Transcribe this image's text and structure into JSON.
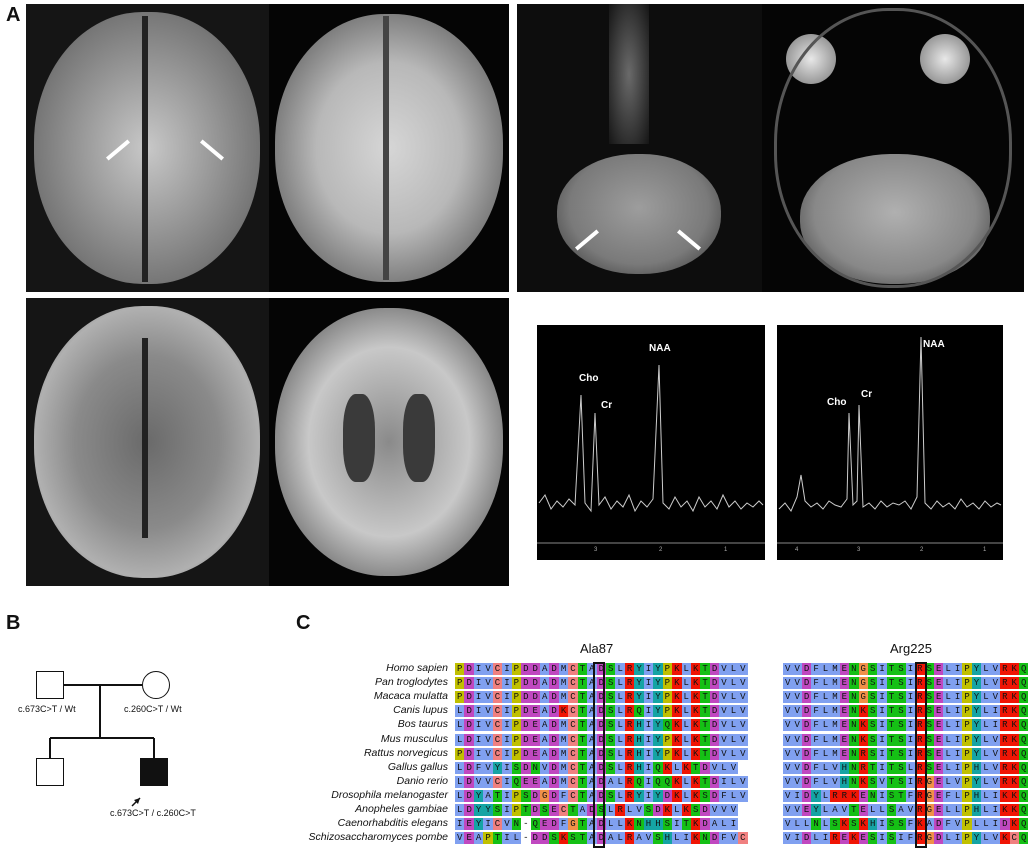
{
  "panels": {
    "a": "A",
    "b": "B",
    "c": "C"
  },
  "spectra": [
    {
      "peaks": {
        "cho": "Cho",
        "cr": "Cr",
        "naa": "NAA"
      },
      "ticks": [
        "3",
        "2",
        "1"
      ]
    },
    {
      "peaks": {
        "cho": "Cho",
        "cr": "Cr",
        "naa": "NAA"
      },
      "ticks": [
        "4",
        "3",
        "2",
        "1"
      ]
    }
  ],
  "pedigree": {
    "father": "c.673C>T / Wt",
    "mother": "c.260C>T / Wt",
    "proband": "c.673C>T / c.260C>T"
  },
  "alignment": {
    "residue_left": "Ala87",
    "residue_right": "Arg225",
    "species": [
      "Homo sapien",
      "Pan troglodytes",
      "Macaca mulatta",
      "Canis lupus",
      "Bos taurus",
      "Mus musculus",
      "Rattus norvegicus",
      "Gallus gallus",
      "Danio rerio",
      "Drosophila melanogaster",
      "Anopheles gambiae",
      "Caenorhabditis elegans",
      "Schizosaccharomyces pombe"
    ],
    "left_seqs": [
      "PDIVCIPDDADMCTADSLRYIYPKLKTDVLV",
      "PDIVCIPDDADMCTADSLRYIYPKLKTDVLV",
      "PDIVCIPDDADMCTADSLRYIYPKLKTDVLV",
      "LDIVCIPDEADKCTADSLRQIYPKLKTDVLV",
      "LDIVCIPDEADMCTADSLRHIYQKLKTDVLV",
      "LDIVCIPDEADMCTADSLRHIYPKLKTDVLV",
      "PDIVCIPDEADMCTADSLRHIYPKLKTDVLV",
      "LDFVYISDNVDMCTADSLRHIQKLKTDVLV",
      "LDVVCIQEEADMCTADALRQIQQKLKTDILV",
      "LDYATIPSDGDFCTADSLRYIYDKLKSDFLV",
      "LDYYSIPTDSECTADSLRLVSDKLKSDVVV",
      "IEYICVN-QEDFGTADLLKNHHSITKDALI",
      "VEAPTIL-DDSKSTADALRAVSHLIKNDFVC"
    ],
    "right_seqs": [
      "VVDFLMENGSITSIRSELIPYLVRKQ",
      "VVDFLMENGSITSIRSELIPYLVRKQ",
      "VVDFLMENGSITSIRSELIPYLVRKQ",
      "VVDFLMENKSITSIRSELIPYLIRKQ",
      "VVDFLMENKSITSIRSELIPYLIRKQ",
      "VVDFLMENKSITSIRSELIPYLVRKQ",
      "VVDFLMENRSITSIRSELIPYLVRKQ",
      "VVDFLVHNRTITSLRSELIPHLVRKQ",
      "VVDFLVHNKSVTSIRGELVPYLVRKQ",
      "VIDYLRRKENISTFRGEFLPHLIKKQ",
      "VVEYLAVTELLSAVRGELLPHLIKKQ",
      "VLLNLSKSKHISSFKADFVPLLIDKQ",
      "VIDLIREKESISIFRGDLIPYLVKCQ"
    ],
    "colors": {
      "hydrophobic": "#80a0f0",
      "polar": "#15c015",
      "acidic": "#c048c0",
      "basic": "#f01505",
      "glycine": "#f09048",
      "proline": "#c0c000",
      "aromatic": "#15a4a4",
      "cysteine": "#f08080",
      "gap": "#ffffff"
    }
  }
}
